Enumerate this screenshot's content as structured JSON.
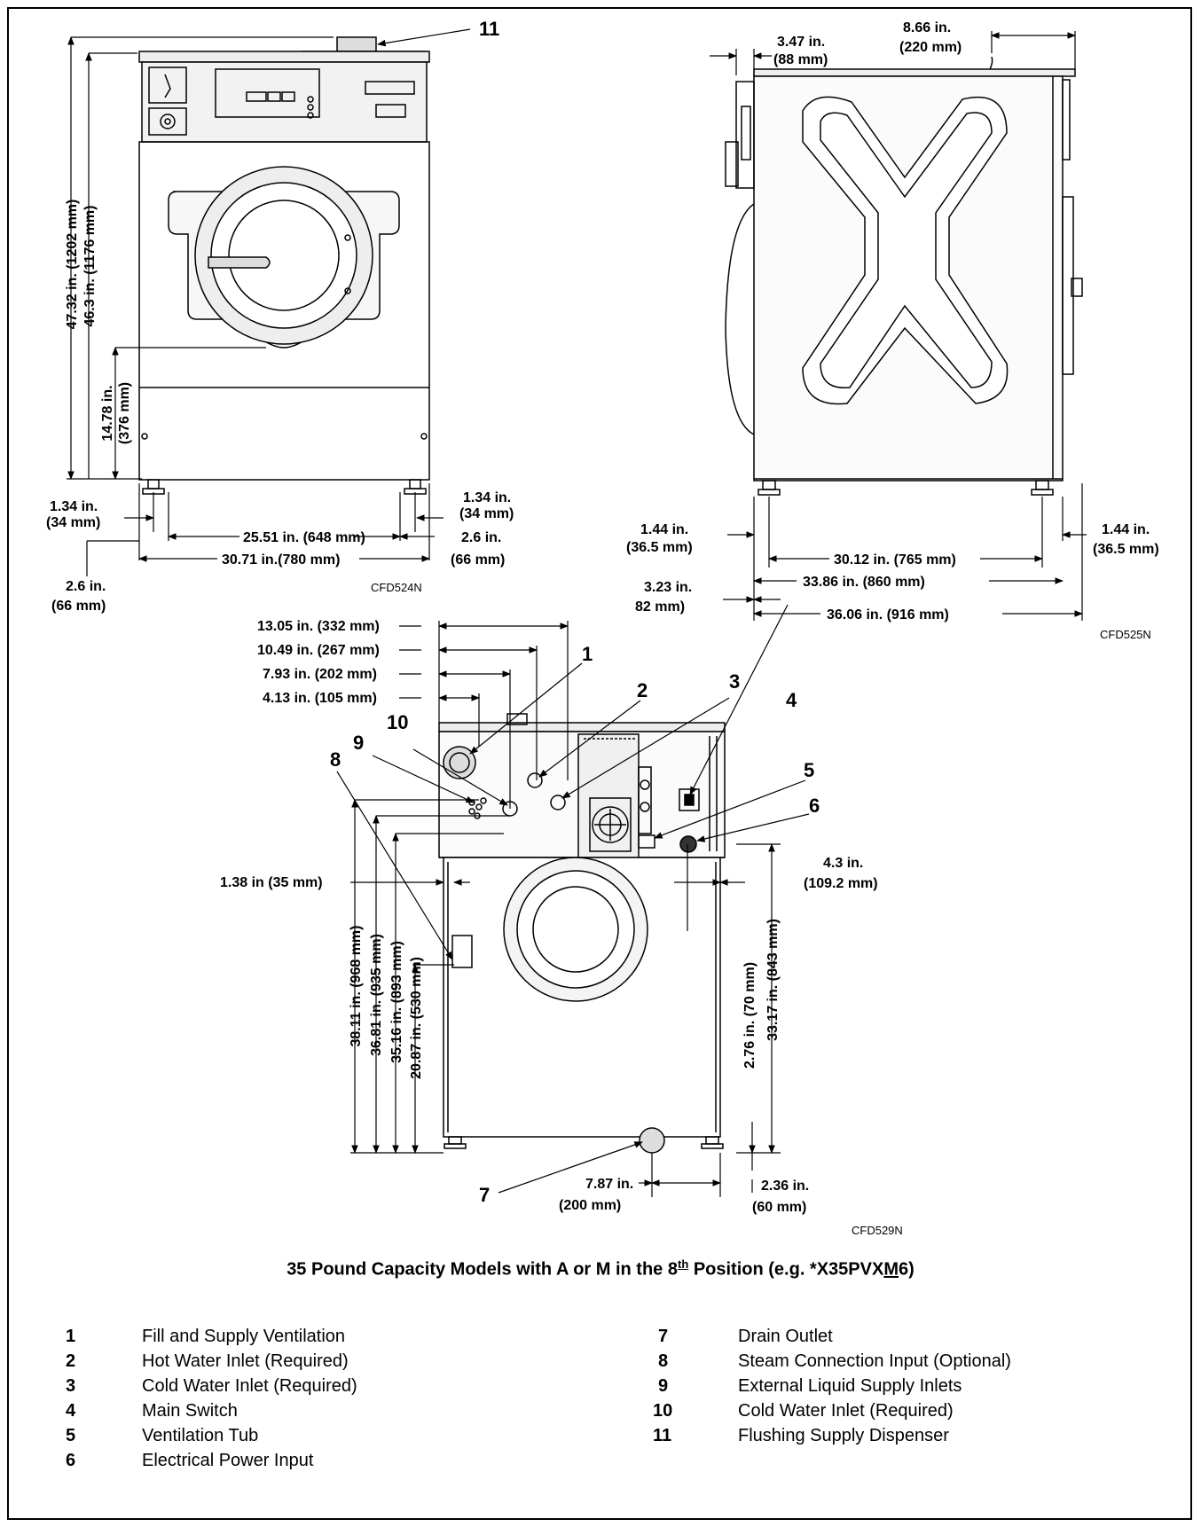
{
  "front_view": {
    "callout": "11",
    "dims": {
      "h_total": "47.32 in. (1202 mm)",
      "h_body": "46.3 in. (1176 mm)",
      "h_door_in": "14.78 in.",
      "h_door_mm": "(376 mm)",
      "foot_left_in": "1.34 in.",
      "foot_left_mm": "(34 mm)",
      "foot_right_in": "1.34 in.",
      "foot_right_mm": "(34 mm)",
      "span_inner": "25.51 in. (648 mm)",
      "side_in": "2.6 in.",
      "side_mm": "(66 mm)",
      "span_outer": "30.71 in.(780 mm)",
      "side2_in": "2.6 in.",
      "side2_mm": "(66 mm)"
    },
    "code": "CFD524N"
  },
  "side_view": {
    "dims": {
      "top_left_in": "3.47 in.",
      "top_left_mm": "(88 mm)",
      "top_right_in": "8.66 in.",
      "top_right_mm": "(220 mm)",
      "foot_left_in": "1.44 in.",
      "foot_left_mm": "(36.5 mm)",
      "foot_right_in": "1.44 in.",
      "foot_right_mm": "(36.5 mm)",
      "span_inner": "30.12 in. (765 mm)",
      "span_mid": "33.86 in. (860 mm)",
      "offset_in": "3.23 in.",
      "offset_mm": "82 mm)",
      "span_outer": "36.06 in. (916 mm)"
    },
    "code": "CFD525N"
  },
  "rear_view": {
    "dims": {
      "d1": "13.05 in. (332 mm)",
      "d2": "10.49 in. (267 mm)",
      "d3": "7.93 in. (202 mm)",
      "d4": "4.13 in. (105 mm)",
      "left_edge": "1.38 in (35 mm)",
      "right_edge_in": "4.3 in.",
      "right_edge_mm": "(109.2 mm)",
      "v1": "38.11 in. (968 mm)",
      "v2": "36.81 in. (935 mm)",
      "v3": "35.16 in. (893 mm)",
      "v4": "20.87 in. (530 mm)",
      "v5": "2.76 in. (70 mm)",
      "v6": "33.17 in. (843 mm)",
      "drain_in": "7.87 in.",
      "drain_mm": "(200 mm)",
      "foot_in": "2.36 in.",
      "foot_mm": "(60 mm)"
    },
    "callouts": [
      "1",
      "2",
      "3",
      "4",
      "5",
      "6",
      "7",
      "8",
      "9",
      "10"
    ],
    "code": "CFD529N"
  },
  "caption": {
    "pre": "35 Pound Capacity Models with A or M in the 8",
    "sup": "th",
    "mid": " Position (e.g. *X35PVX",
    "underlined": "M",
    "post": "6)"
  },
  "legend": [
    {
      "num": "1",
      "label": "Fill and Supply Ventilation"
    },
    {
      "num": "2",
      "label": "Hot Water Inlet (Required)"
    },
    {
      "num": "3",
      "label": "Cold Water Inlet (Required)"
    },
    {
      "num": "4",
      "label": "Main Switch"
    },
    {
      "num": "5",
      "label": "Ventilation Tub"
    },
    {
      "num": "6",
      "label": "Electrical Power Input"
    },
    {
      "num": "7",
      "label": "Drain Outlet"
    },
    {
      "num": "8",
      "label": "Steam Connection Input (Optional)"
    },
    {
      "num": "9",
      "label": "External Liquid Supply Inlets"
    },
    {
      "num": "10",
      "label": "Cold Water Inlet (Required)"
    },
    {
      "num": "11",
      "label": "Flushing Supply Dispenser"
    }
  ]
}
